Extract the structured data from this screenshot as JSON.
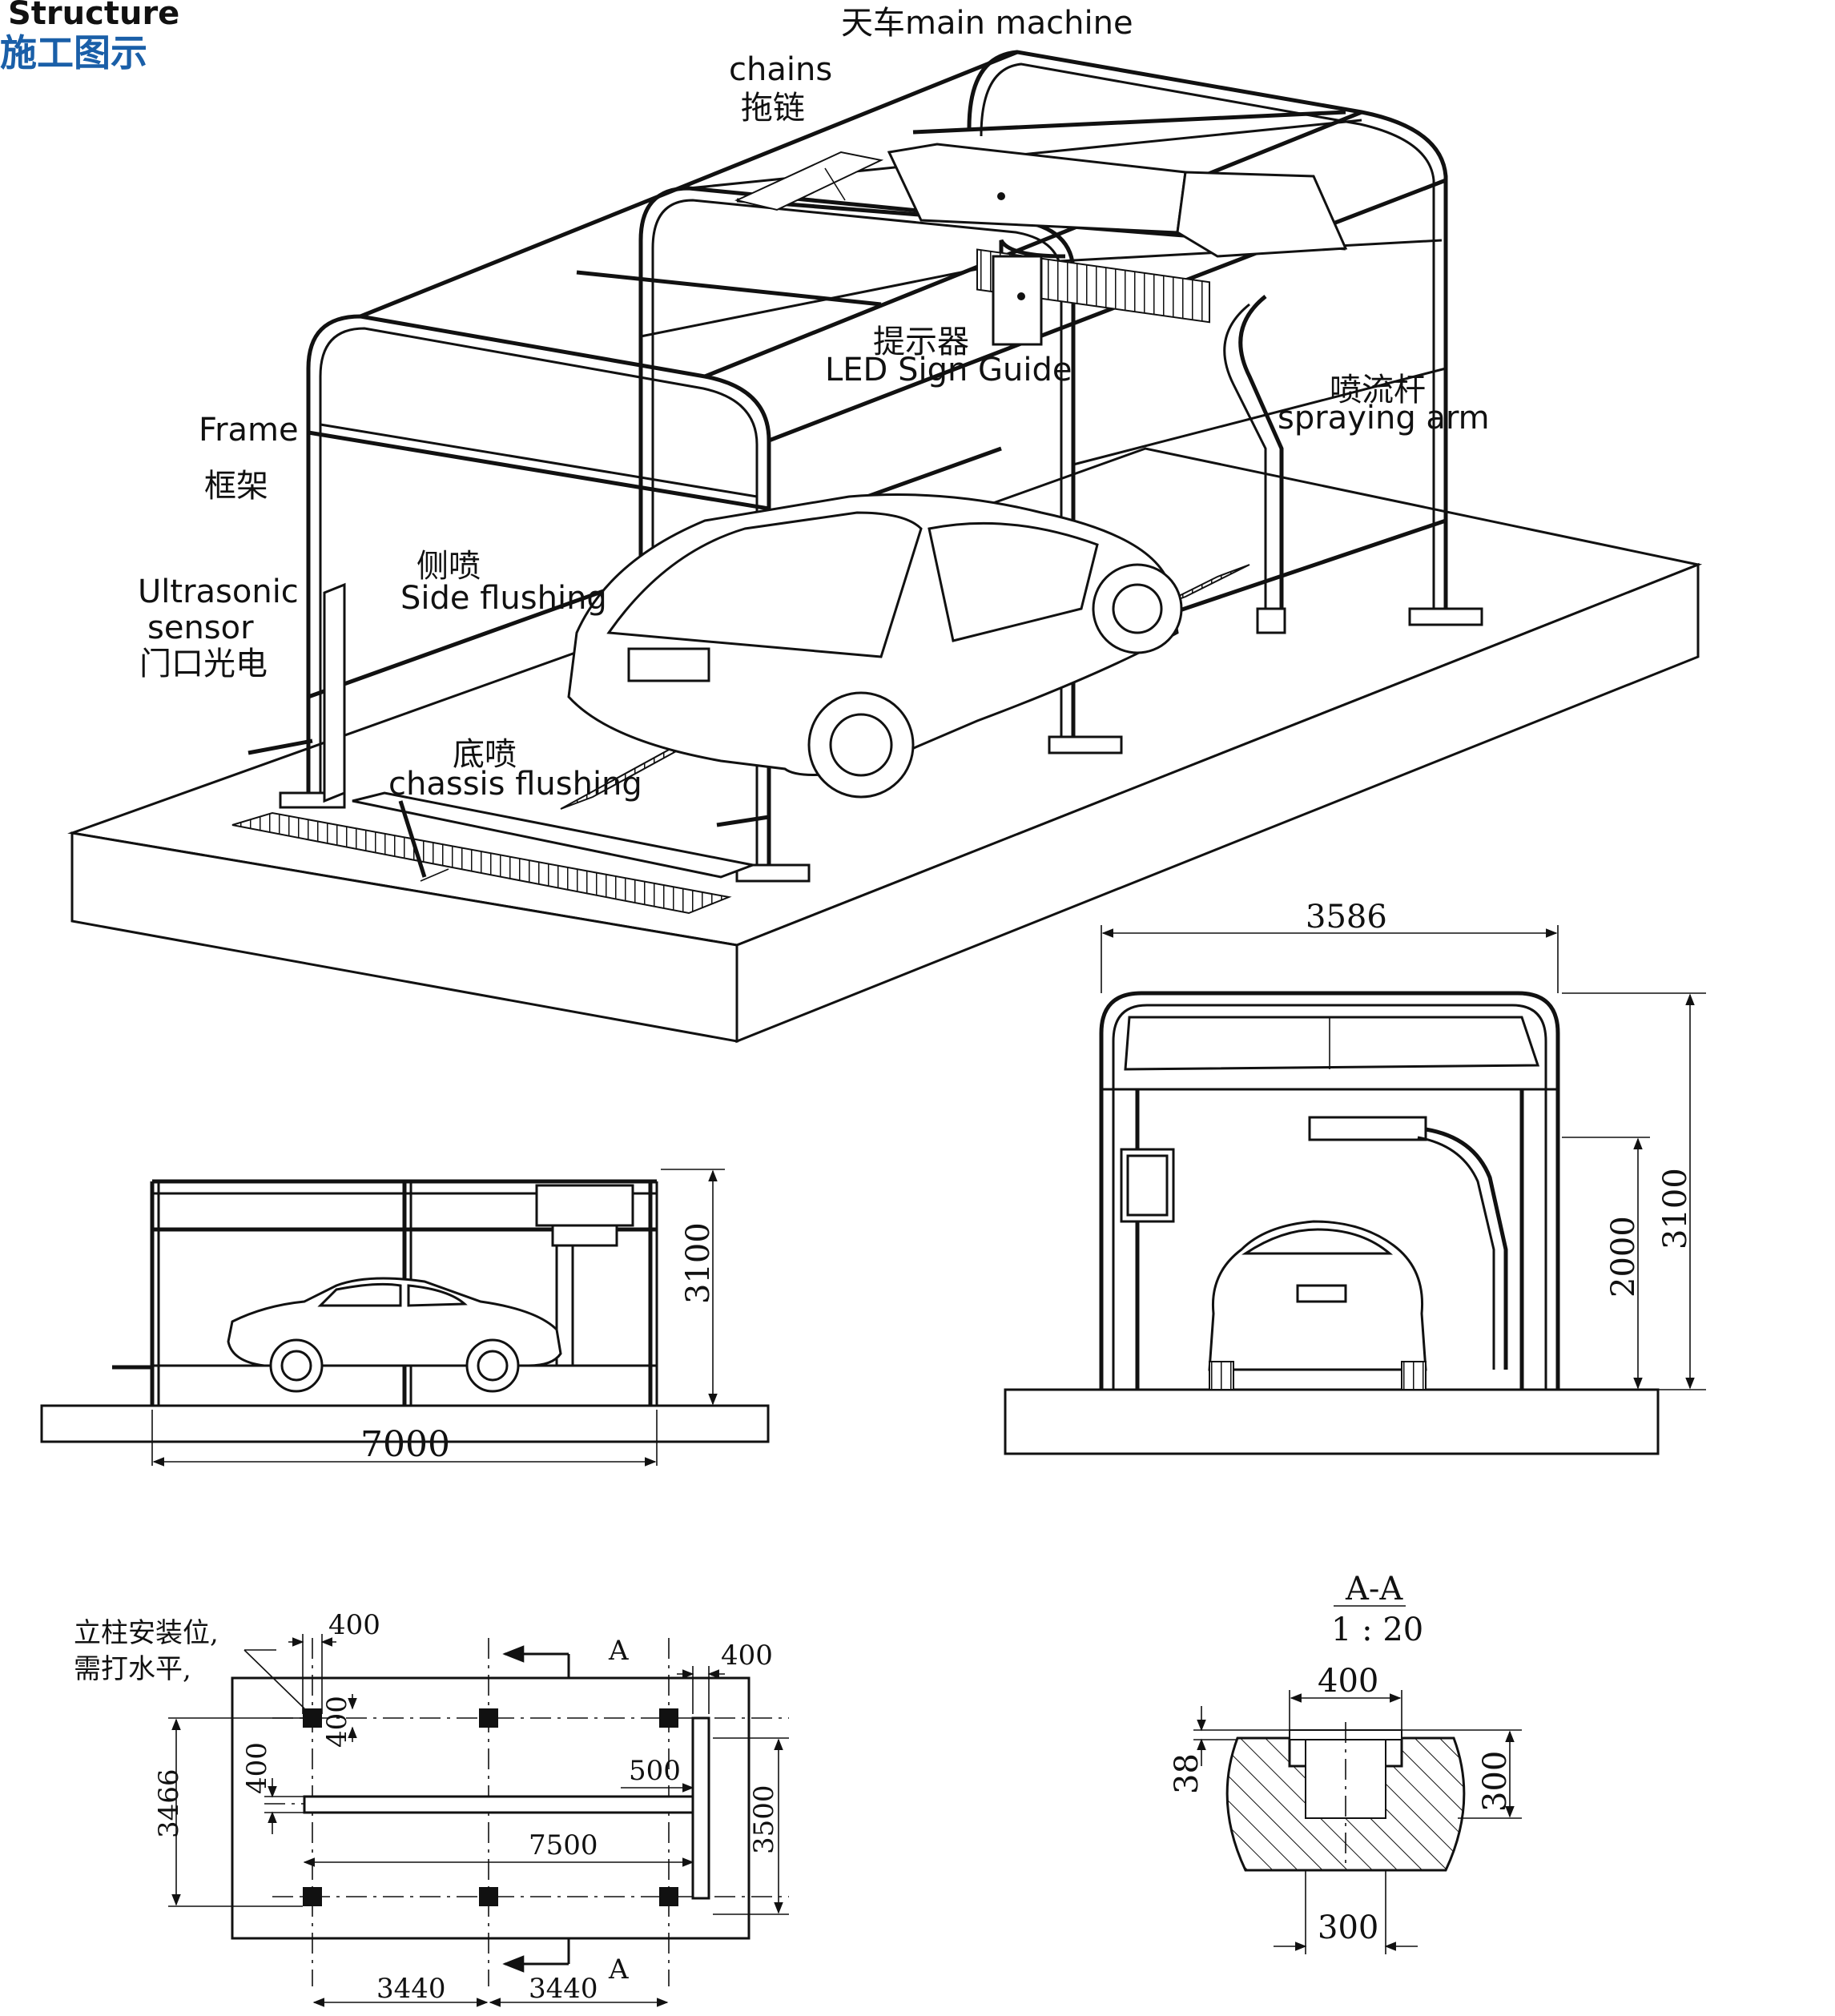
{
  "header": {
    "title_en": "Structure",
    "title_zh": "施工图示",
    "accent_color": "#1a5fa8"
  },
  "iso_labels": {
    "main_machine": "天车main machine",
    "chains_en": "chains",
    "chains_zh": "拖链",
    "led_zh": "提示器",
    "led_en": "LED Sign Guide",
    "spray_zh": "喷流杆",
    "spray_en": "spraying arm",
    "frame_en": "Frame",
    "frame_zh": "框架",
    "side_zh": "侧喷",
    "side_en": "Side flushing",
    "ultra_en1": "Ultrasonic",
    "ultra_en2": "sensor",
    "ultra_zh": "门口光电",
    "chassis_zh": "底喷",
    "chassis_en": "chassis flushing"
  },
  "side_view": {
    "length": "7000",
    "height": "3100"
  },
  "front_view": {
    "width": "3586",
    "height": "3100",
    "arm_height": "2000"
  },
  "plan_view": {
    "note_line1": "立柱安装位,",
    "note_line2": "需打水平,",
    "dim_400_top": "400",
    "dim_400_right": "400",
    "dim_400_post": "400",
    "dim_400_left": "400",
    "dim_500": "500",
    "dim_7500": "7500",
    "dim_3466": "3466",
    "dim_3500": "3500",
    "dim_3440_a": "3440",
    "dim_3440_b": "3440",
    "section_mark_top": "A",
    "section_mark_bottom": "A"
  },
  "section_view": {
    "title": "A-A",
    "scale": "1 : 20",
    "dim_400": "400",
    "dim_38": "38",
    "dim_300_side": "300",
    "dim_300_bottom": "300"
  }
}
